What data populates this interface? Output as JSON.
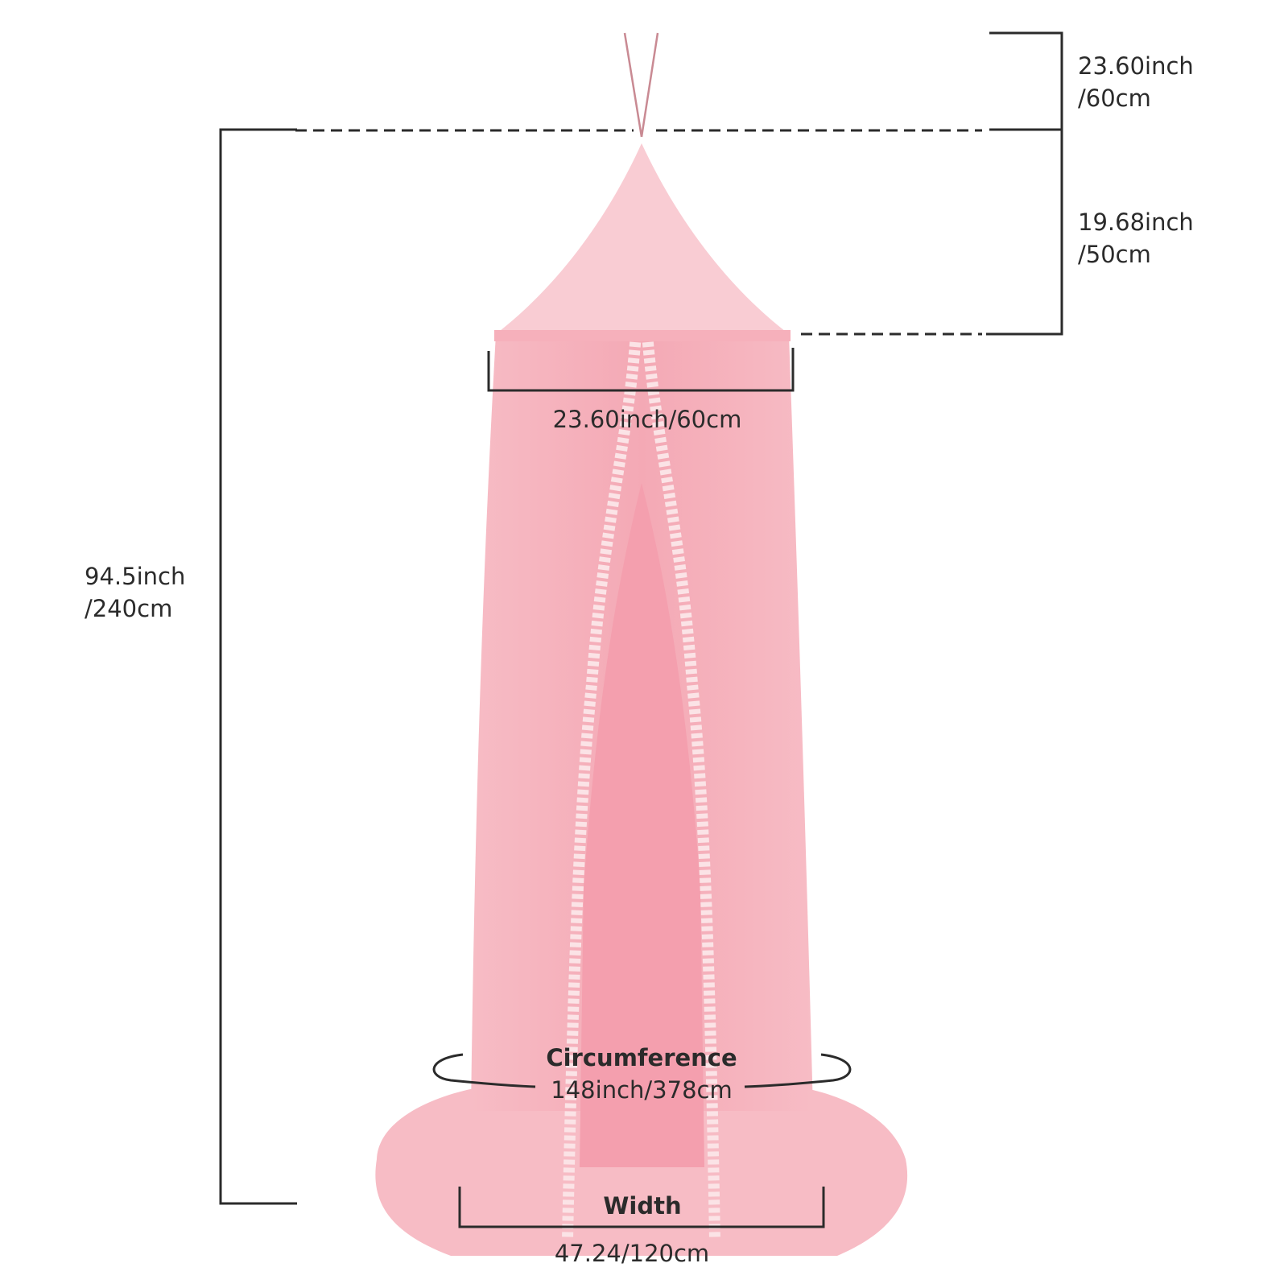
{
  "dimensions": {
    "hanging_loop": {
      "line1": "23.60inch",
      "line2": "/60cm"
    },
    "cone_height": {
      "line1": "19.68inch",
      "line2": "/50cm"
    },
    "top_diameter": "23.60inch/60cm",
    "total_height": {
      "line1": "94.5inch",
      "line2": "/240cm"
    },
    "circumference": {
      "title": "Circumference",
      "value": "148inch/378cm"
    },
    "width": {
      "title": "Width",
      "value": "47.24/120cm"
    }
  },
  "colors": {
    "canopy": "#f6b6c0",
    "canopy_light": "#f9ccd3",
    "lace": "#fbe3e6",
    "line": "#2b2b2b"
  }
}
